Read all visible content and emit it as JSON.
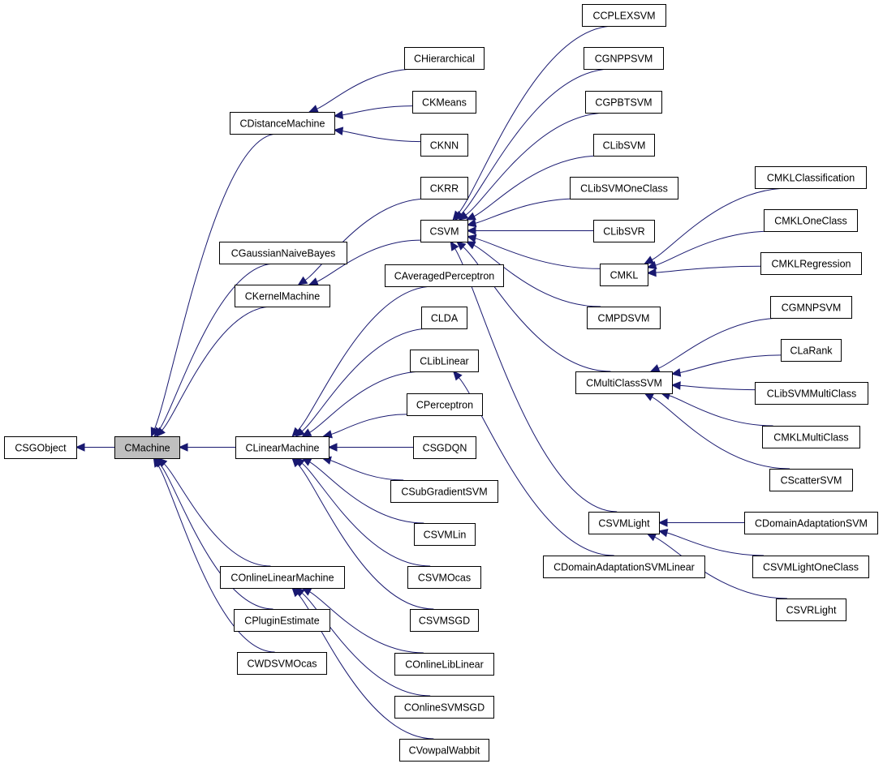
{
  "diagram": {
    "root_class": "CMachine",
    "edge_color": "#191970",
    "root_fill": "#bfbfbf",
    "nodes": [
      {
        "id": "CSGObject",
        "label": "CSGObject"
      },
      {
        "id": "CMachine",
        "label": "CMachine"
      },
      {
        "id": "CDistanceMachine",
        "label": "CDistanceMachine"
      },
      {
        "id": "CGaussianNaiveBayes",
        "label": "CGaussianNaiveBayes"
      },
      {
        "id": "CKernelMachine",
        "label": "CKernelMachine"
      },
      {
        "id": "CLinearMachine",
        "label": "CLinearMachine"
      },
      {
        "id": "COnlineLinearMachine",
        "label": "COnlineLinearMachine"
      },
      {
        "id": "CPluginEstimate",
        "label": "CPluginEstimate"
      },
      {
        "id": "CWDSVMOcas",
        "label": "CWDSVMOcas"
      },
      {
        "id": "CHierarchical",
        "label": "CHierarchical"
      },
      {
        "id": "CKMeans",
        "label": "CKMeans"
      },
      {
        "id": "CKNN",
        "label": "CKNN"
      },
      {
        "id": "CKRR",
        "label": "CKRR"
      },
      {
        "id": "CSVM",
        "label": "CSVM"
      },
      {
        "id": "CAveragedPerceptron",
        "label": "CAveragedPerceptron"
      },
      {
        "id": "CLDA",
        "label": "CLDA"
      },
      {
        "id": "CLibLinear",
        "label": "CLibLinear"
      },
      {
        "id": "CPerceptron",
        "label": "CPerceptron"
      },
      {
        "id": "CSGDQN",
        "label": "CSGDQN"
      },
      {
        "id": "CSubGradientSVM",
        "label": "CSubGradientSVM"
      },
      {
        "id": "CSVMLin",
        "label": "CSVMLin"
      },
      {
        "id": "CSVMOcas",
        "label": "CSVMOcas"
      },
      {
        "id": "CSVMSGD",
        "label": "CSVMSGD"
      },
      {
        "id": "COnlineLibLinear",
        "label": "COnlineLibLinear"
      },
      {
        "id": "COnlineSVMSGD",
        "label": "COnlineSVMSGD"
      },
      {
        "id": "CVowpalWabbit",
        "label": "CVowpalWabbit"
      },
      {
        "id": "CCPLEXSVM",
        "label": "CCPLEXSVM"
      },
      {
        "id": "CGNPPSVM",
        "label": "CGNPPSVM"
      },
      {
        "id": "CGPBTSVM",
        "label": "CGPBTSVM"
      },
      {
        "id": "CLibSVM",
        "label": "CLibSVM"
      },
      {
        "id": "CLibSVMOneClass",
        "label": "CLibSVMOneClass"
      },
      {
        "id": "CLibSVR",
        "label": "CLibSVR"
      },
      {
        "id": "CMKL",
        "label": "CMKL"
      },
      {
        "id": "CMPDSVM",
        "label": "CMPDSVM"
      },
      {
        "id": "CMultiClassSVM",
        "label": "CMultiClassSVM"
      },
      {
        "id": "CSVMLight",
        "label": "CSVMLight"
      },
      {
        "id": "CDomainAdaptationSVMLinear",
        "label": "CDomainAdaptationSVMLinear"
      },
      {
        "id": "CMKLClassification",
        "label": "CMKLClassification"
      },
      {
        "id": "CMKLOneClass",
        "label": "CMKLOneClass"
      },
      {
        "id": "CMKLRegression",
        "label": "CMKLRegression"
      },
      {
        "id": "CGMNPSVM",
        "label": "CGMNPSVM"
      },
      {
        "id": "CLaRank",
        "label": "CLaRank"
      },
      {
        "id": "CLibSVMMultiClass",
        "label": "CLibSVMMultiClass"
      },
      {
        "id": "CMKLMultiClass",
        "label": "CMKLMultiClass"
      },
      {
        "id": "CScatterSVM",
        "label": "CScatterSVM"
      },
      {
        "id": "CDomainAdaptationSVM",
        "label": "CDomainAdaptationSVM"
      },
      {
        "id": "CSVMLightOneClass",
        "label": "CSVMLightOneClass"
      },
      {
        "id": "CSVRLight",
        "label": "CSVRLight"
      }
    ],
    "edges": [
      {
        "from": "CMachine",
        "to": "CSGObject"
      },
      {
        "from": "CDistanceMachine",
        "to": "CMachine"
      },
      {
        "from": "CGaussianNaiveBayes",
        "to": "CMachine"
      },
      {
        "from": "CKernelMachine",
        "to": "CMachine"
      },
      {
        "from": "CLinearMachine",
        "to": "CMachine"
      },
      {
        "from": "COnlineLinearMachine",
        "to": "CMachine"
      },
      {
        "from": "CPluginEstimate",
        "to": "CMachine"
      },
      {
        "from": "CWDSVMOcas",
        "to": "CMachine"
      },
      {
        "from": "CHierarchical",
        "to": "CDistanceMachine"
      },
      {
        "from": "CKMeans",
        "to": "CDistanceMachine"
      },
      {
        "from": "CKNN",
        "to": "CDistanceMachine"
      },
      {
        "from": "CKRR",
        "to": "CKernelMachine"
      },
      {
        "from": "CSVM",
        "to": "CKernelMachine"
      },
      {
        "from": "CAveragedPerceptron",
        "to": "CLinearMachine"
      },
      {
        "from": "CLDA",
        "to": "CLinearMachine"
      },
      {
        "from": "CLibLinear",
        "to": "CLinearMachine"
      },
      {
        "from": "CPerceptron",
        "to": "CLinearMachine"
      },
      {
        "from": "CSGDQN",
        "to": "CLinearMachine"
      },
      {
        "from": "CSubGradientSVM",
        "to": "CLinearMachine"
      },
      {
        "from": "CSVMLin",
        "to": "CLinearMachine"
      },
      {
        "from": "CSVMOcas",
        "to": "CLinearMachine"
      },
      {
        "from": "CSVMSGD",
        "to": "CLinearMachine"
      },
      {
        "from": "COnlineLibLinear",
        "to": "COnlineLinearMachine"
      },
      {
        "from": "COnlineSVMSGD",
        "to": "COnlineLinearMachine"
      },
      {
        "from": "CVowpalWabbit",
        "to": "COnlineLinearMachine"
      },
      {
        "from": "CCPLEXSVM",
        "to": "CSVM"
      },
      {
        "from": "CGNPPSVM",
        "to": "CSVM"
      },
      {
        "from": "CGPBTSVM",
        "to": "CSVM"
      },
      {
        "from": "CLibSVM",
        "to": "CSVM"
      },
      {
        "from": "CLibSVMOneClass",
        "to": "CSVM"
      },
      {
        "from": "CLibSVR",
        "to": "CSVM"
      },
      {
        "from": "CMKL",
        "to": "CSVM"
      },
      {
        "from": "CMPDSVM",
        "to": "CSVM"
      },
      {
        "from": "CMultiClassSVM",
        "to": "CSVM"
      },
      {
        "from": "CSVMLight",
        "to": "CSVM"
      },
      {
        "from": "CDomainAdaptationSVMLinear",
        "to": "CLibLinear"
      },
      {
        "from": "CMKLClassification",
        "to": "CMKL"
      },
      {
        "from": "CMKLOneClass",
        "to": "CMKL"
      },
      {
        "from": "CMKLRegression",
        "to": "CMKL"
      },
      {
        "from": "CGMNPSVM",
        "to": "CMultiClassSVM"
      },
      {
        "from": "CLaRank",
        "to": "CMultiClassSVM"
      },
      {
        "from": "CLibSVMMultiClass",
        "to": "CMultiClassSVM"
      },
      {
        "from": "CMKLMultiClass",
        "to": "CMultiClassSVM"
      },
      {
        "from": "CScatterSVM",
        "to": "CMultiClassSVM"
      },
      {
        "from": "CDomainAdaptationSVM",
        "to": "CSVMLight"
      },
      {
        "from": "CSVMLightOneClass",
        "to": "CSVMLight"
      },
      {
        "from": "CSVRLight",
        "to": "CSVMLight"
      }
    ]
  }
}
